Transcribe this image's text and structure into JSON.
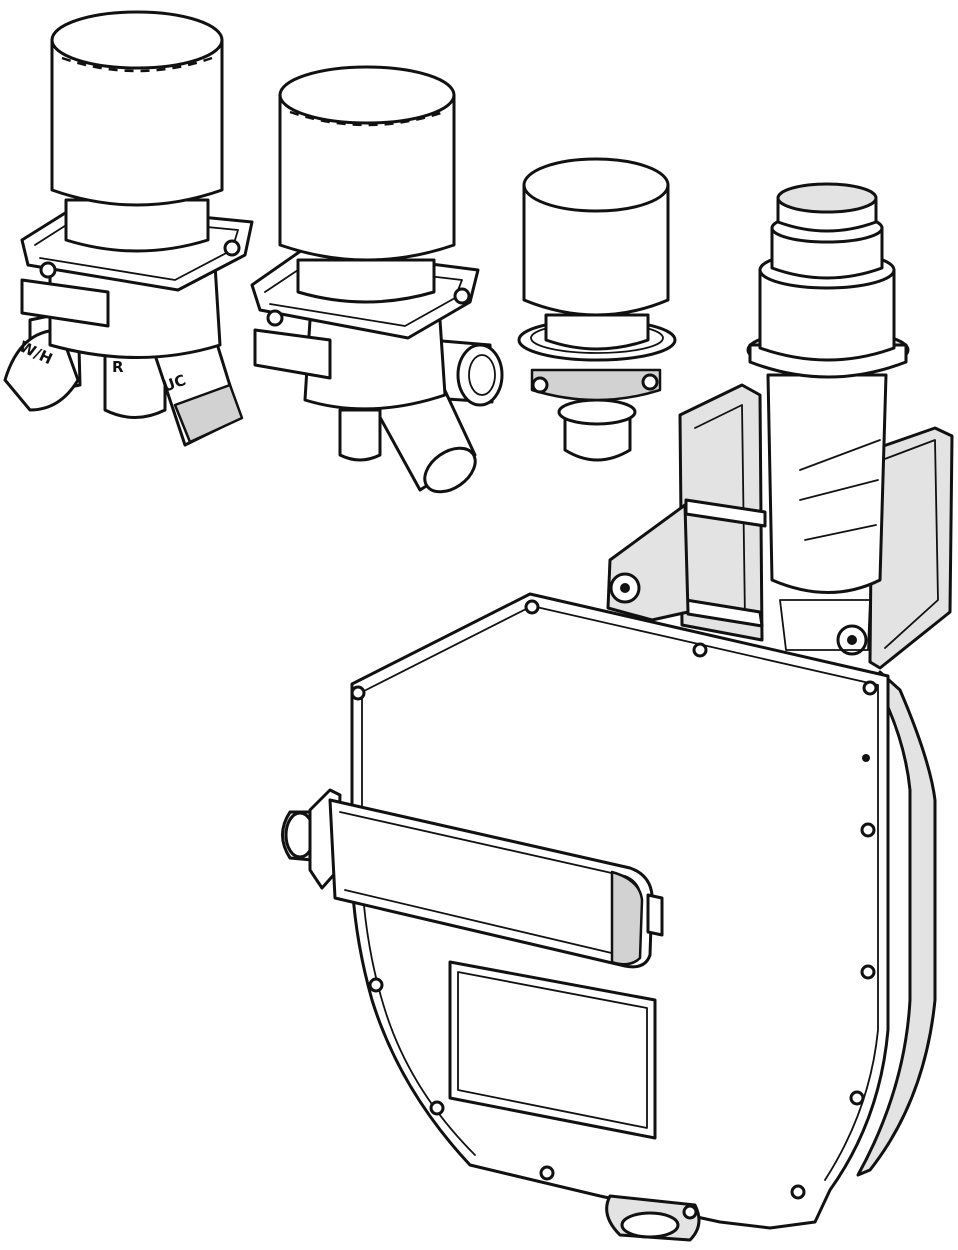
{
  "diagram": {
    "labels": {
      "valve_a_port_1": "W/H",
      "valve_a_port_2": "R",
      "valve_a_port_3": "UC"
    }
  }
}
